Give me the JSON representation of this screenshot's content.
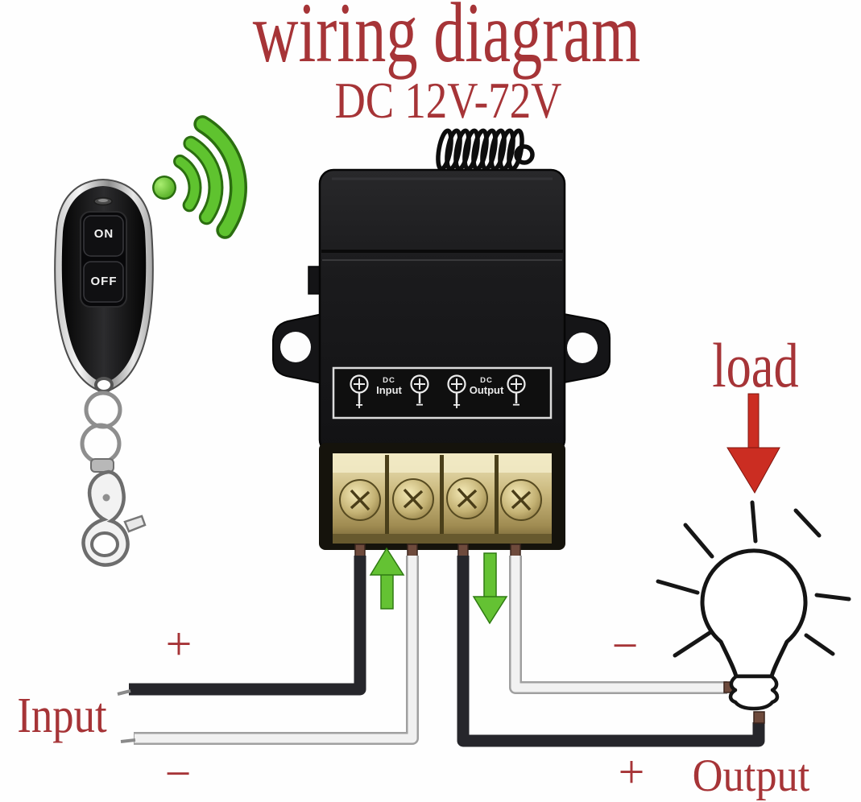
{
  "title": "wiring diagram",
  "voltage_range": "DC 12V-72V",
  "remote": {
    "on_label": "ON",
    "off_label": "OFF"
  },
  "receiver_plate": {
    "input_dc": "DC",
    "input_word": "Input",
    "output_dc": "DC",
    "output_word": "Output",
    "terminal_1_symbol": "+",
    "terminal_2_symbol": "−",
    "terminal_3_symbol": "+",
    "terminal_4_symbol": "−"
  },
  "wiring_labels": {
    "input_label": "Input",
    "input_plus": "+",
    "input_minus": "−",
    "output_label": "Output",
    "output_plus": "+",
    "output_minus": "−",
    "load_label": "load"
  },
  "icons": {
    "wireless": "wireless-signal-arcs",
    "antenna": "spring-coil-antenna",
    "flow_up": "green-arrow-up",
    "flow_down": "green-arrow-down",
    "load_pointer": "red-arrow-down",
    "load_symbol": "light-bulb"
  },
  "colors": {
    "accent_red": "#a63437",
    "signal_green": "#5fc32f",
    "terminal_gold": "#cdbc82",
    "device_black": "#1c1c1e",
    "wire_black": "#26262b",
    "wire_white": "#f1f1f1"
  }
}
